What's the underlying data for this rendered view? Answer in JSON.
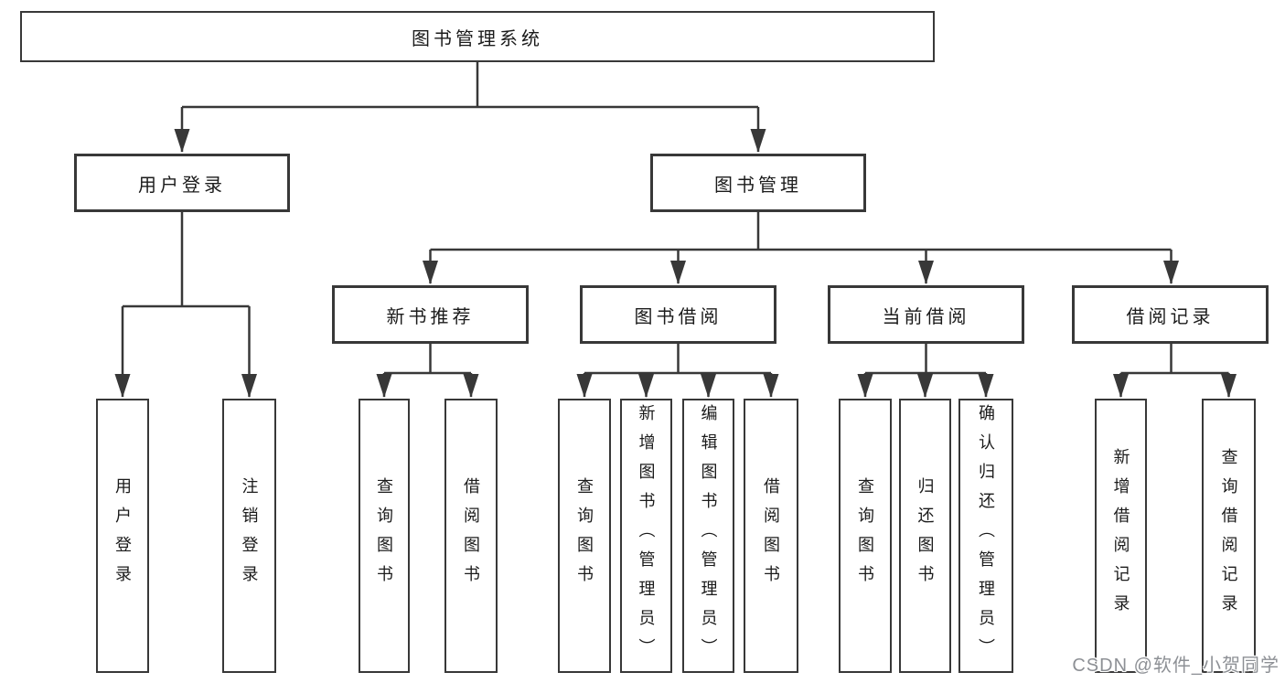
{
  "title": "图书管理系统",
  "colors": {
    "line": "#383838",
    "text": "#1b1b1b",
    "background": "#ffffff",
    "watermark_text": "#8d9095"
  },
  "hierarchy": {
    "root": {
      "label": "图书管理系统",
      "children": [
        {
          "label": "用户登录",
          "children": [
            {
              "label": "用户登录"
            },
            {
              "label": "注销登录"
            }
          ]
        },
        {
          "label": "图书管理",
          "children": [
            {
              "label": "新书推荐",
              "children": [
                {
                  "label": "查询图书"
                },
                {
                  "label": "借阅图书"
                }
              ]
            },
            {
              "label": "图书借阅",
              "children": [
                {
                  "label": "查询图书"
                },
                {
                  "label": "新增图书（管理员）"
                },
                {
                  "label": "编辑图书（管理员）"
                },
                {
                  "label": "借阅图书"
                }
              ]
            },
            {
              "label": "当前借阅",
              "children": [
                {
                  "label": "查询图书"
                },
                {
                  "label": "归还图书"
                },
                {
                  "label": "确认归还（管理员）"
                }
              ]
            },
            {
              "label": "借阅记录",
              "children": [
                {
                  "label": "新增借阅记录"
                },
                {
                  "label": "查询借阅记录"
                }
              ]
            }
          ]
        }
      ]
    }
  },
  "watermark": "CSDN @软件_小贺同学"
}
